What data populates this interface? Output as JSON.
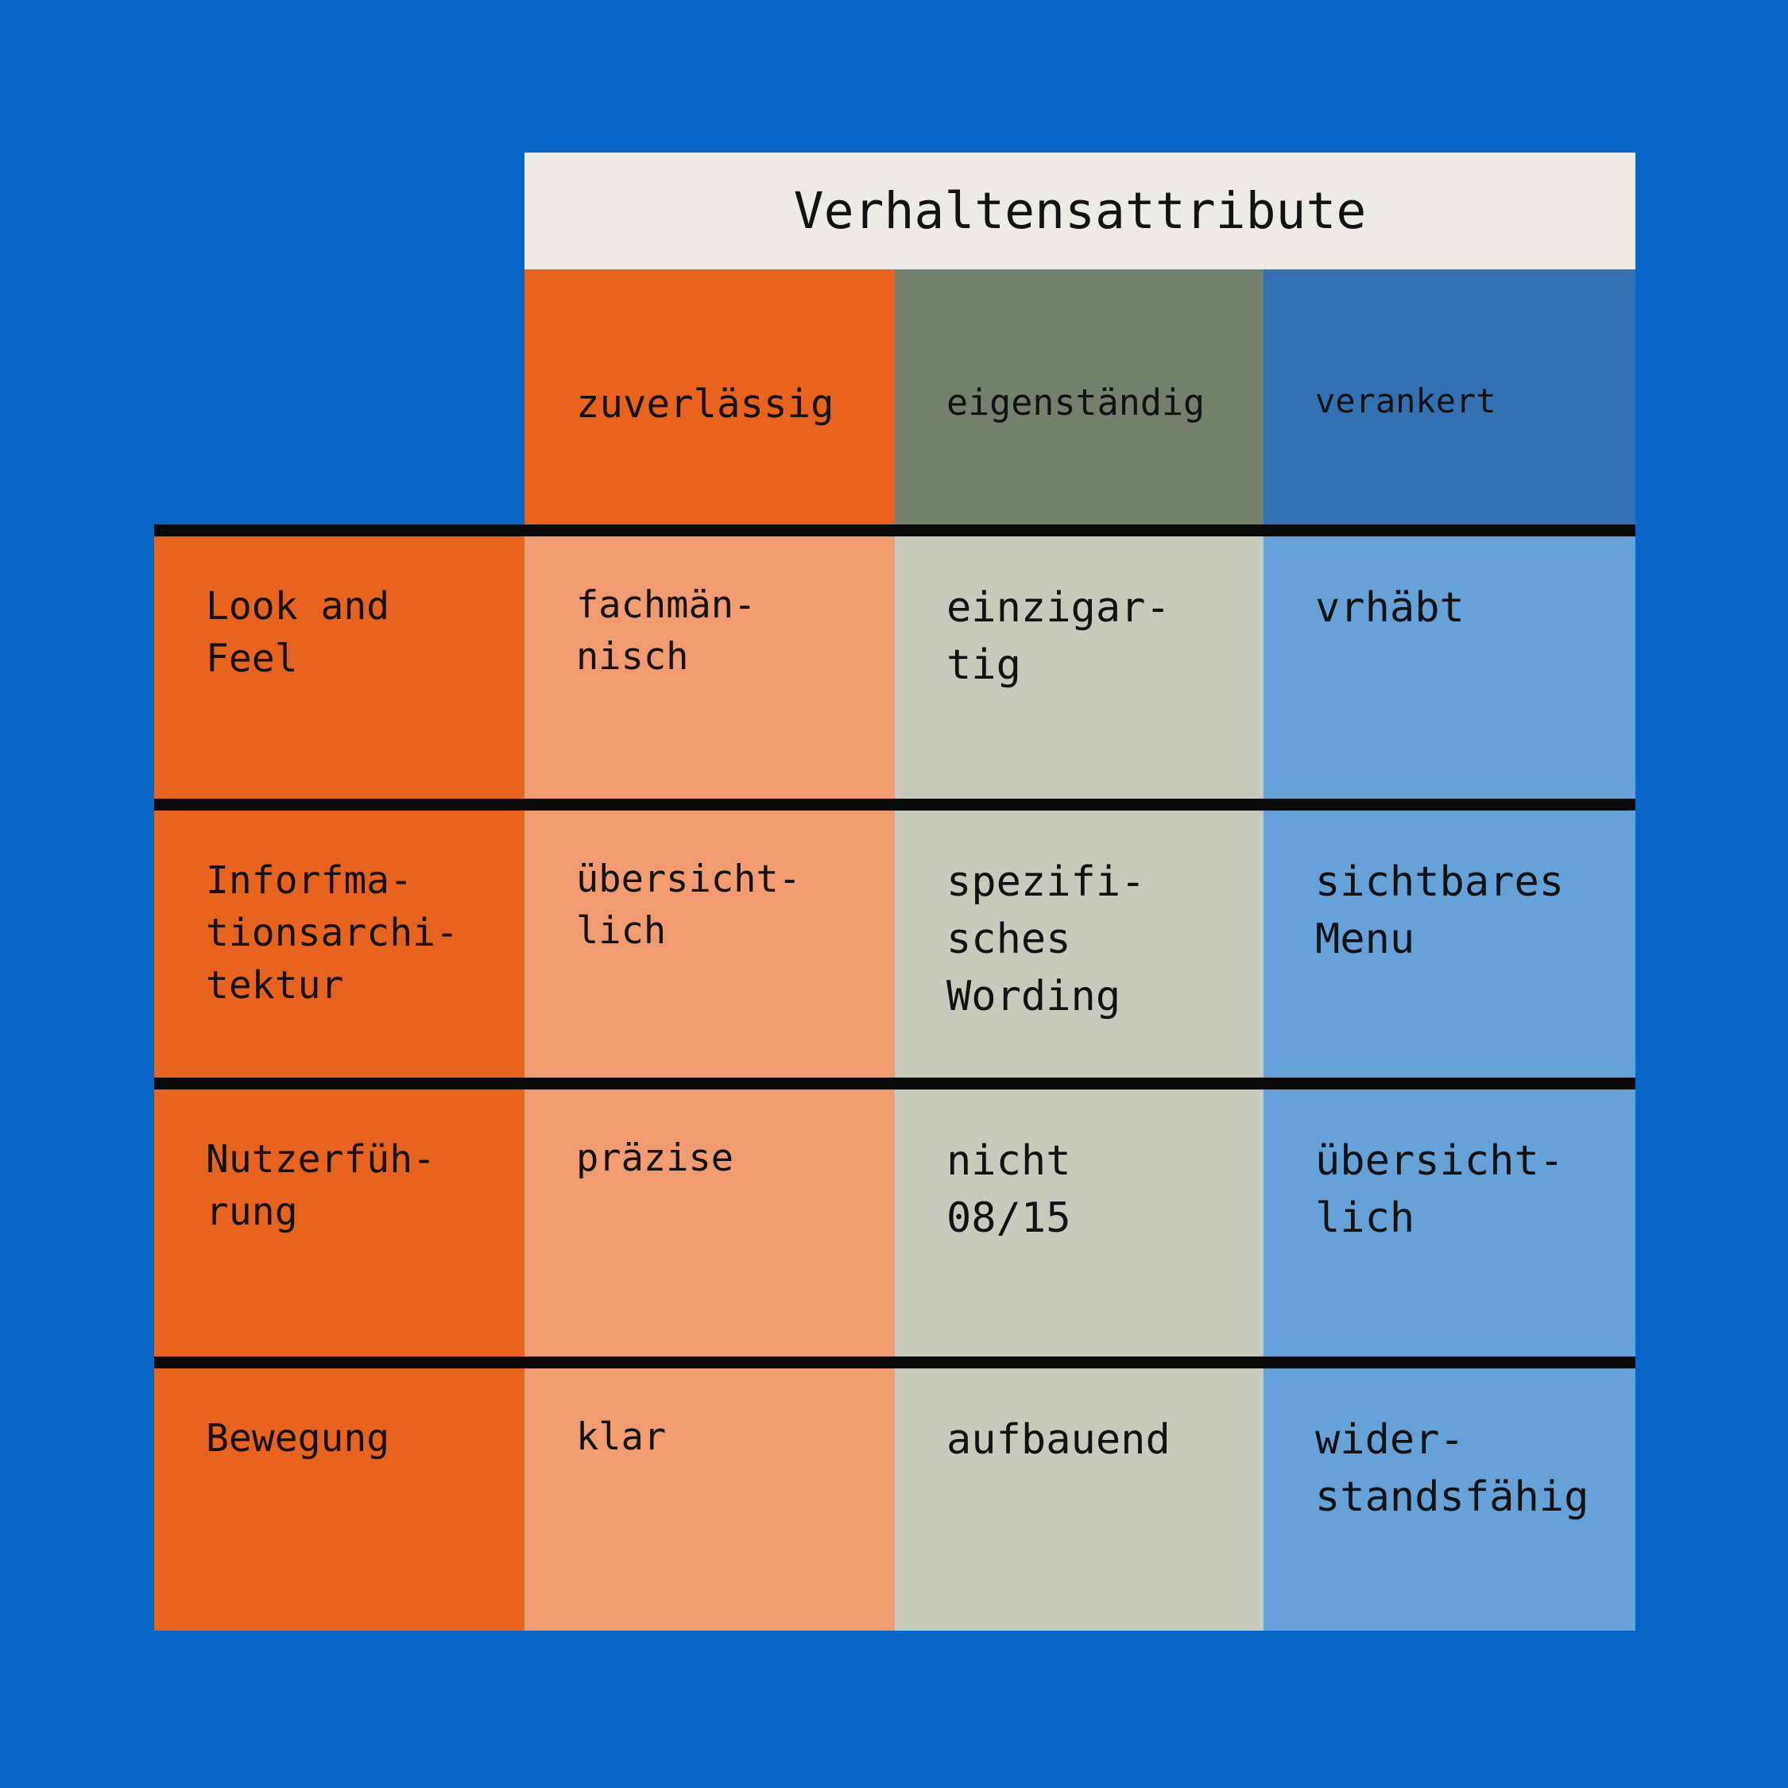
{
  "title": "Verhaltensattribute",
  "columns": [
    {
      "label": "zuverlässig",
      "header_color": "#e8631d",
      "cell_color": "#f19b71"
    },
    {
      "label": "eigenständig",
      "header_color": "#73806b",
      "cell_color": "#c8cbbc"
    },
    {
      "label": "verankert",
      "header_color": "#3371b3",
      "cell_color": "#66a2d8"
    }
  ],
  "rows": [
    {
      "label": "Look and\nFeel",
      "cells": [
        "fachmän-\nnisch",
        "einzigar-\ntig",
        "vrhäbt"
      ]
    },
    {
      "label": "Inforfma-\ntionsarchi-\ntektur",
      "cells": [
        "übersicht-\nlich",
        "spezifi-\nsches\nWording",
        "sichtbares\nMenu"
      ]
    },
    {
      "label": "Nutzerfüh-\nrung",
      "cells": [
        "präzise",
        "nicht\n08/15",
        "übersicht-\nlich"
      ]
    },
    {
      "label": "Bewegung",
      "cells": [
        "klar",
        "aufbauend",
        "wider-\nstandsfähig"
      ]
    }
  ],
  "colors": {
    "background": "#0665c5",
    "title_bar": "#ecebe6",
    "row_label_column": "#e8631d",
    "divider": "#0a0a08",
    "text": "#121212"
  }
}
